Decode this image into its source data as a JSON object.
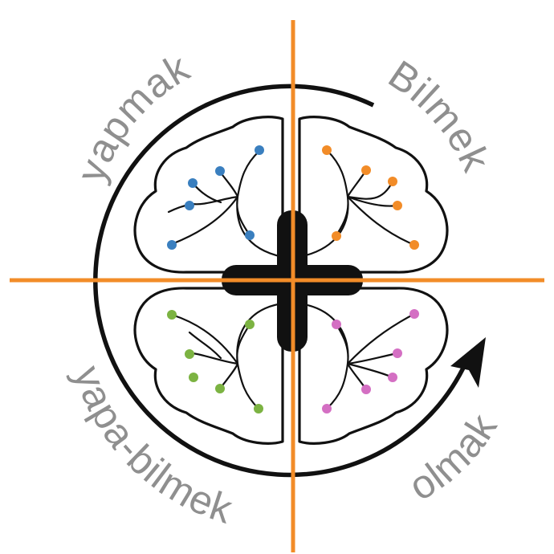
{
  "labels": {
    "top_left": "yapmak",
    "top_right": "Bilmek",
    "bottom_left": "yapa-bilmek",
    "bottom_right": "olmak"
  },
  "colors": {
    "axis": "#f28c28",
    "outline": "#111111",
    "label_text": "#8f8f8f",
    "top_left_dots": "#3a7fbf",
    "top_right_dots": "#f28c28",
    "bottom_left_dots": "#7cb342",
    "bottom_right_dots": "#d46fc3"
  },
  "icons": {
    "center": "plus-icon",
    "cycle": "circular-arrow-icon",
    "brain": "brain-icon"
  }
}
